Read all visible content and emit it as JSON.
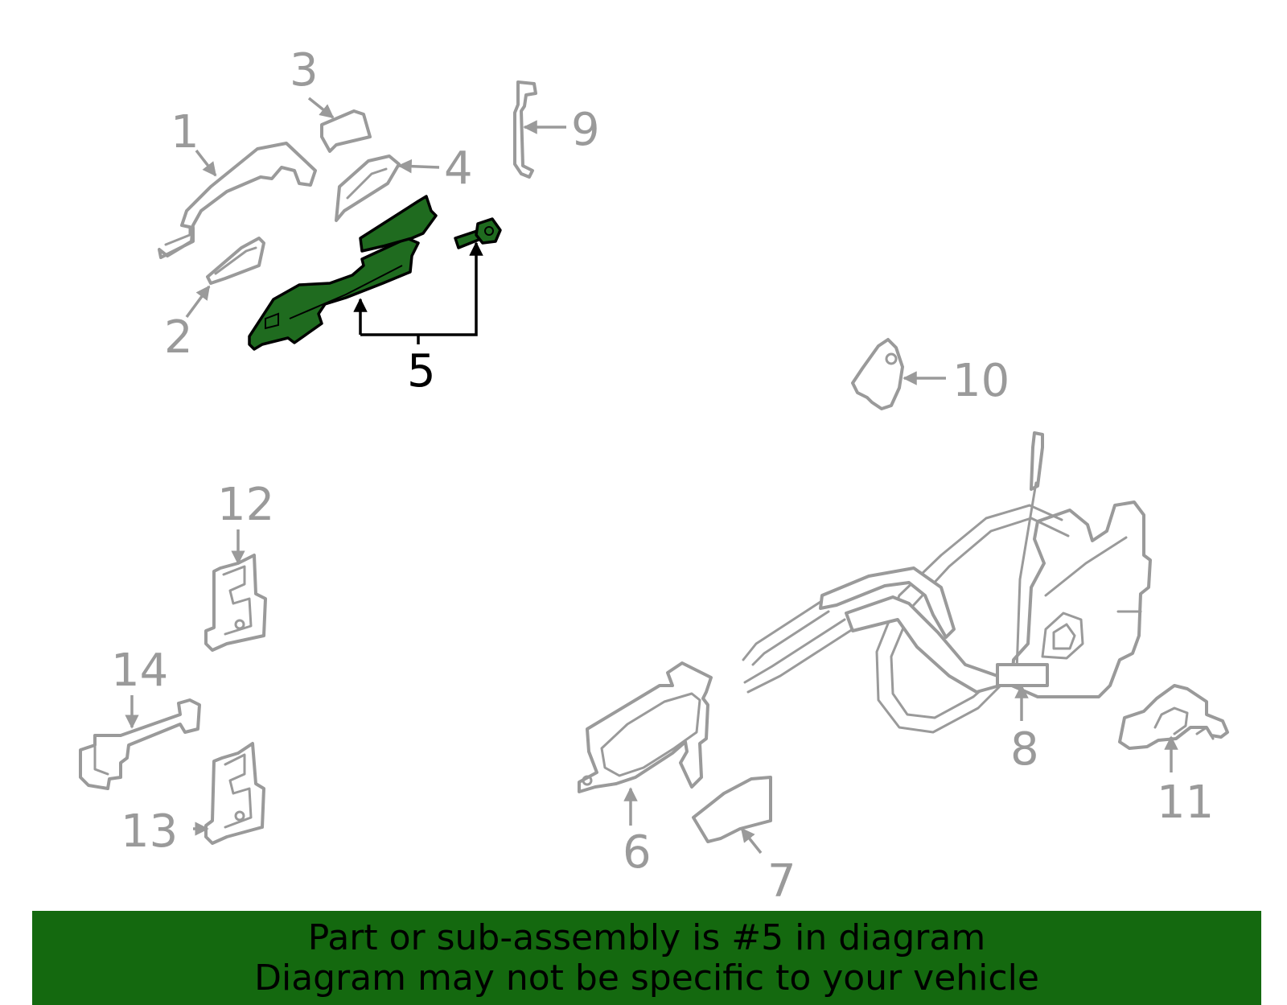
{
  "callouts": {
    "c1": "1",
    "c2": "2",
    "c3": "3",
    "c4": "4",
    "c5": "5",
    "c6": "6",
    "c7": "7",
    "c8": "8",
    "c9": "9",
    "c10": "10",
    "c11": "11",
    "c12": "12",
    "c13": "13",
    "c14": "14"
  },
  "highlight": {
    "part_number": "5",
    "color": "#1f6b1f"
  },
  "banner": {
    "line1": "Part or sub-assembly is #5 in diagram",
    "line2": "Diagram may not be specific to your vehicle",
    "color": "#14690f"
  }
}
